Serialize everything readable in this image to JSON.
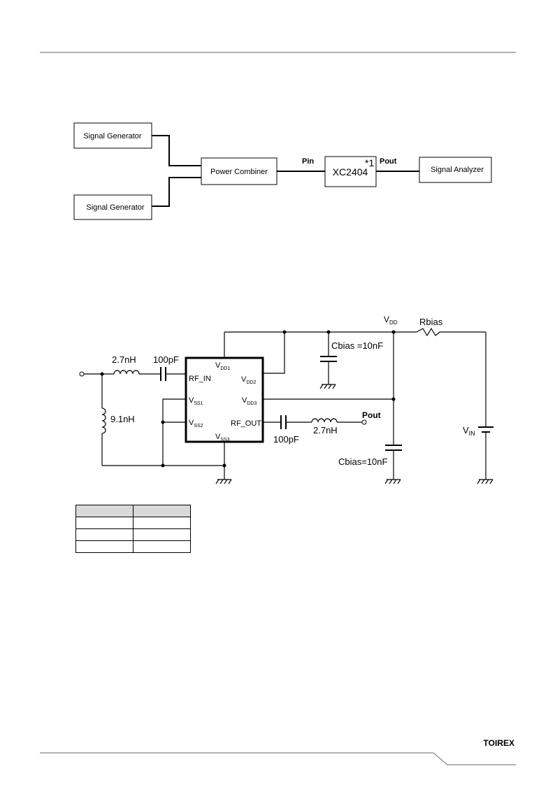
{
  "block_diagram": {
    "signal_generator_1": "Signal Generator",
    "signal_generator_2": "Signal Generator",
    "power_combiner": "Power Combiner",
    "dut": "XC2404",
    "note_mark": "*1",
    "analyzer": "Signal Analyzer",
    "pin_label": "Pin",
    "pout_label": "Pout"
  },
  "circuit": {
    "vdd": "V",
    "vdd_sub": "DD",
    "rbias": "Rbias",
    "cbias_top": "Cbias =10nF",
    "cbias_bottom": "Cbias=10nF",
    "l_in": "2.7nH",
    "c_in": "100pF",
    "l_shunt": "9.1nH",
    "l_out": "2.7nH",
    "c_out": "100pF",
    "pout": "Pout",
    "vin": "V",
    "vin_sub": "IN",
    "pins": {
      "vdd1": "V",
      "vdd1_sub": "DD1",
      "vdd2": "V",
      "vdd2_sub": "DD2",
      "vdd3": "V",
      "vdd3_sub": "DD3",
      "vss1": "V",
      "vss1_sub": "SS1",
      "vss2": "V",
      "vss2_sub": "SS2",
      "vss3": "V",
      "vss3_sub": "SS3",
      "rf_in": "RF_IN",
      "rf_out": "RF_OUT"
    }
  },
  "footer": {
    "logo": "TOIREX"
  }
}
